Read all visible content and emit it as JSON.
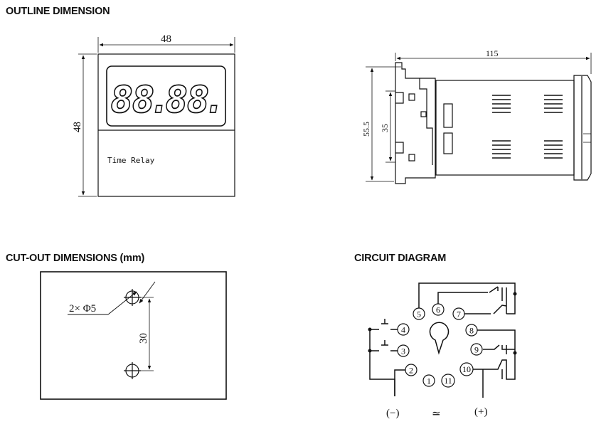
{
  "headings": {
    "outline": "OUTLINE DIMENSION",
    "cutout": "CUT-OUT DIMENSIONS (mm)",
    "circuit": "CIRCUIT DIAGRAM"
  },
  "front_view": {
    "width_dim": "48",
    "height_dim": "48",
    "display_text": "88.88.",
    "product_label": "Time Relay"
  },
  "side_view": {
    "length_dim": "115",
    "outer_height_dim": "55.5",
    "inner_height_dim": "35"
  },
  "cutout": {
    "hole_label": "2× Φ5",
    "spacing_dim": "30"
  },
  "circuit": {
    "pins": [
      "1",
      "2",
      "3",
      "4",
      "5",
      "6",
      "7",
      "8",
      "9",
      "10",
      "11"
    ],
    "neg_label": "(−)",
    "pos_label": "(+)",
    "ac_symbol": "≃"
  }
}
